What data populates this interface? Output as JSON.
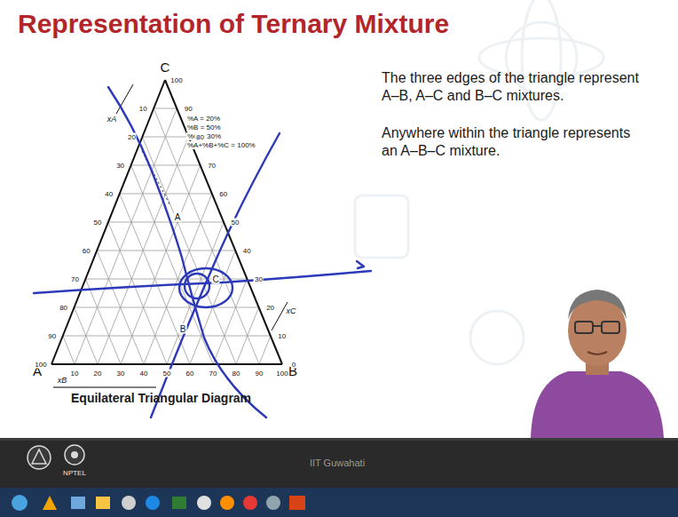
{
  "diagram": {
    "title": "Representation of Ternary Mixture",
    "caption": "Equilateral Triangular Diagram",
    "labels": [
      "The three edges of the triangle represent A–B, A–C and B–C mixtures.",
      "Anywhere within the triangle represents an A–B–C mixture.",
      "C",
      "A",
      "B",
      "xA",
      "xB",
      "xC",
      "%A = 20%",
      "%B = 50%",
      "%C = 30%",
      "%A+%B+%C = 100%",
      "A",
      "C",
      "B",
      "NPTEL",
      "IIT Guwahati",
      "10",
      "20",
      "30",
      "40",
      "50",
      "60",
      "70",
      "80",
      "90",
      "100",
      "10",
      "20",
      "30",
      "40",
      "50",
      "60",
      "70",
      "80",
      "90",
      "100",
      "100",
      "90",
      "80",
      "70",
      "60",
      "50",
      "40",
      "30",
      "20",
      "10",
      "0"
    ]
  }
}
